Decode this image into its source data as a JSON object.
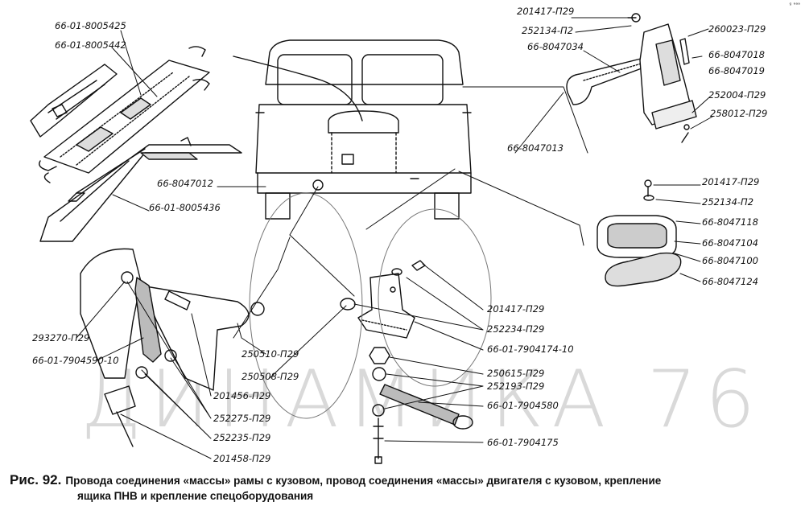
{
  "watermark": "ДИНАМИКА 76",
  "caption": {
    "number": "Рис. 92.",
    "text_line1": "Провода соединения «массы» рамы с кузовом, провод соединения «массы» двигателя с кузовом, крепление",
    "text_line2": "ящика ПНВ и крепление спецоборудования"
  },
  "corner_mark": "ᵍ ᵊᵃᵃ",
  "labels": {
    "l_8005425": "66-01-8005425",
    "l_8005442": "66-01-8005442",
    "l_8047012": "66-8047012",
    "l_8005436": "66-01-8005436",
    "l_201417_top": "201417-П29",
    "l_252134_top": "252134-П2",
    "l_8047034": "66-8047034",
    "l_260023": "260023-П29",
    "l_8047018": "66-8047018",
    "l_8047019": "66-8047019",
    "l_252004": "252004-П29",
    "l_258012": "258012-П29",
    "l_8047013": "66-8047013",
    "l_201417_mid": "201417-П29",
    "l_252134_mid": "252134-П2",
    "l_8047118": "66-8047118",
    "l_8047104": "66-8047104",
    "l_8047100": "66-8047100",
    "l_8047124": "66-8047124",
    "l_201417_low": "201417-П29",
    "l_252234": "252234-П29",
    "l_7904174": "66-01-7904174-10",
    "l_293270": "293270-П29",
    "l_7904590": "66-01-7904590-10",
    "l_250510": "250510-П29",
    "l_250508": "250508-П29",
    "l_201456": "201456-П29",
    "l_252275": "252275-П29",
    "l_252235": "252235-П29",
    "l_201458": "201458-П29",
    "l_250615": "250615-П29",
    "l_252193": "252193-П29",
    "l_7904580": "66-01-7904580",
    "l_7904175": "66-01-7904175"
  }
}
